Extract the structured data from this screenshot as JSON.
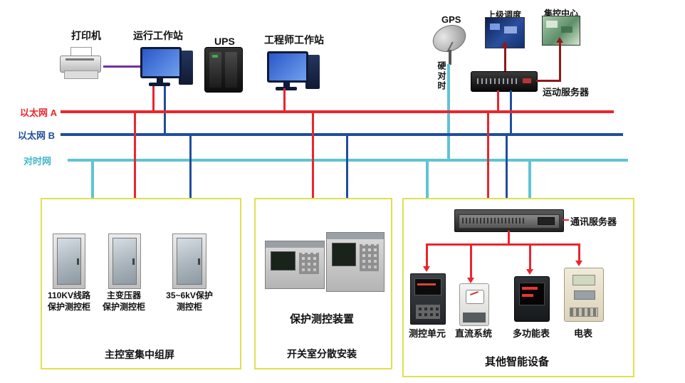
{
  "top": {
    "printer": "打印机",
    "operator_ws": "运行工作站",
    "ups": "UPS",
    "engineer_ws": "工程师工作站",
    "gps": "GPS",
    "superior_dispatch": "上级调度",
    "central_control": "集控中心",
    "telecontrol_server": "运动服务器",
    "hard_time": "硬对时"
  },
  "buses": {
    "ethernet_a": "以太网 A",
    "ethernet_b": "以太网 B",
    "time_net": "对时网"
  },
  "colors": {
    "ethernet_a": "#e8262d",
    "ethernet_b": "#1f4e9c",
    "time_net": "#5fc4d4",
    "uplink_arrow": "#8f1a1a",
    "printer_cable": "#7030a0",
    "box_border": "#e0e052"
  },
  "left_box": {
    "cabinet1": "110KV线路\n保护测控柜",
    "cabinet2": "主变压器\n保护测控柜",
    "cabinet3": "35~6kV保护\n测控柜",
    "caption": "主控室集中组屏"
  },
  "middle_box": {
    "device_label": "保护测控装置",
    "caption": "开关室分散安装"
  },
  "right_box": {
    "comm_server": "通讯服务器",
    "device1": "测控单元",
    "device2": "直流系统",
    "device3": "多功能表",
    "device4": "电表",
    "caption": "其他智能设备"
  }
}
